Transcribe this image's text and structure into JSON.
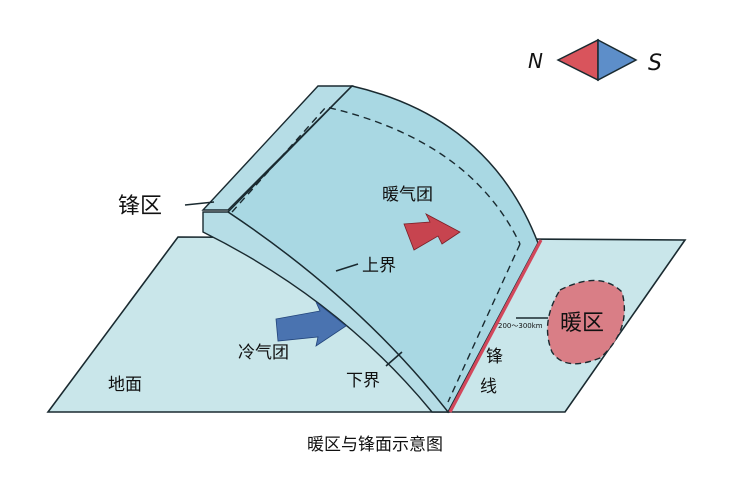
{
  "colors": {
    "ground": "#c9e6ea",
    "front_top": "#a9d8e3",
    "front_face": "#b6dde6",
    "outline": "#1a2a30",
    "front_line": "#d2475b",
    "warm_area": "#d97e86",
    "warm_arrow": "#c7444f",
    "cold_arrow": "#4a73b0",
    "compass_north": "#d9545c",
    "compass_south": "#5d8ec9"
  },
  "compass": {
    "north": "N",
    "south": "S"
  },
  "labels": {
    "frontal_zone": "锋区",
    "warm_air_mass": "暖气团",
    "upper_boundary": "上界",
    "cold_air_mass": "冷气团",
    "lower_boundary": "下界",
    "ground": "地面",
    "front_line_1": "锋",
    "front_line_2": "线",
    "warm_zone": "暖区",
    "distance": "200～300km"
  },
  "caption": "暖区与锋面示意图"
}
